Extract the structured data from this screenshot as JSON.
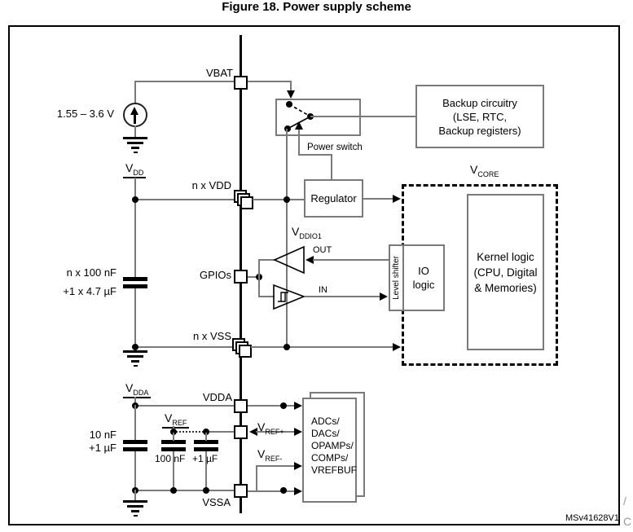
{
  "title": "Figure 18. Power supply scheme",
  "watermark": "MSv41628V1",
  "colors": {
    "wire": "#7a7a7a",
    "box_border": "#7a7a7a",
    "black": "#000000"
  },
  "source": {
    "voltage": "1.55 – 3.6 V"
  },
  "pins": {
    "vbat": "VBAT",
    "n_x_vdd": "n x VDD",
    "gpios": "GPIOs",
    "n_x_vss": "n x VSS",
    "vdda": "VDDA",
    "vssa": "VSSA"
  },
  "rails": {
    "vdd": {
      "main": "V",
      "sub": "DD"
    },
    "vdda": {
      "main": "V",
      "sub": "DDA"
    },
    "vref": {
      "main": "V",
      "sub": "REF"
    },
    "vcore": {
      "main": "V",
      "sub": "CORE"
    },
    "vddio1": {
      "main": "V",
      "sub": "DDIO1"
    },
    "vref_plus": {
      "main": "V",
      "sub": "REF+"
    },
    "vref_minus": {
      "main": "V",
      "sub": "REF-"
    }
  },
  "capacitors": {
    "vdd_line1": "n x 100 nF",
    "vdd_line2": "+1 x 4.7 µF",
    "vdda_line1": "10 nF",
    "vdda_line2": "+1 µF",
    "vref_c1": "100 nF",
    "vref_c2": "+1 µF"
  },
  "blocks": {
    "power_switch": "Power switch",
    "regulator": "Regulator",
    "backup": [
      "Backup circuitry",
      "(LSE, RTC,",
      "Backup registers)"
    ],
    "kernel": [
      "Kernel logic",
      "(CPU, Digital",
      "& Memories)"
    ],
    "io_logic": [
      "IO",
      "logic"
    ],
    "level_shifter": "Level shifter",
    "analog_stack": [
      "ADCs/",
      "DACs/",
      "OPAMPs/",
      "COMPs/",
      "VREFBUF"
    ]
  },
  "signals": {
    "out": "OUT",
    "in": "IN"
  },
  "edge_fragments": {
    "f1": "/",
    "f2": "C"
  }
}
